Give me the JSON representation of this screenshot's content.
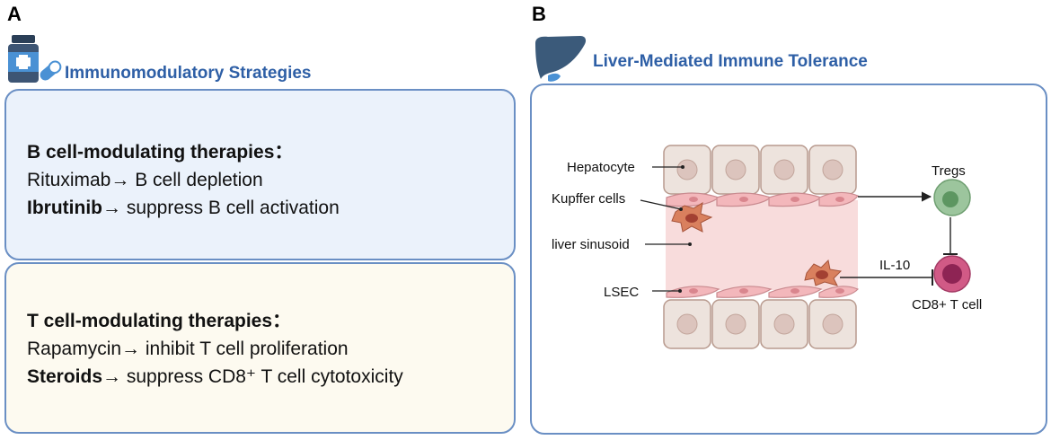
{
  "panel_a": {
    "letter": "A",
    "title": "Immunomodulatory Strategies",
    "icon_color": "#2e5fa6",
    "b_cell": {
      "heading": "B cell-modulating therapies：",
      "line1_drug": "Rituximab",
      "line1_effect": "→ B cell depletion",
      "line2_drug": "Ibrutinib",
      "line2_effect": "→ suppress B cell activation"
    },
    "t_cell": {
      "heading": "T cell-modulating therapies：",
      "line1_drug": "Rapamycin",
      "line1_effect": "→ inhibit T cell proliferation",
      "line2_drug": "Steroids",
      "line2_effect": "→ suppress CD8⁺ T cell cytotoxicity"
    }
  },
  "panel_b": {
    "letter": "B",
    "title": "Liver-Mediated Immune Tolerance",
    "labels": {
      "hepatocyte": "Hepatocyte",
      "kupffer": "Kupffer cells",
      "sinusoid": "liver sinusoid",
      "lsec": "LSEC",
      "tregs": "Tregs",
      "il10": "IL-10",
      "cd8": "CD8+ T cell"
    },
    "colors": {
      "hepatocyte_fill": "#ede3dd",
      "hepatocyte_nucleus": "#dcc4bd",
      "sinusoid": "#f8dcdc",
      "lsec": "#f3b7bb",
      "treg_outer": "#9cc59d",
      "treg_inner": "#5d9661",
      "cd8_outer": "#d15a86",
      "cd8_inner": "#8e2454",
      "kupffer": "#d9805e"
    }
  }
}
